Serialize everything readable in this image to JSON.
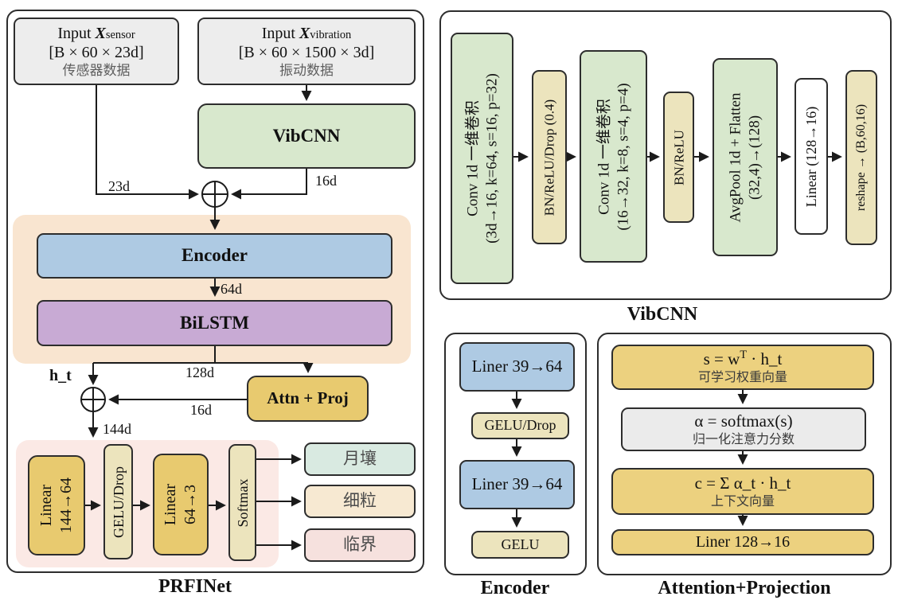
{
  "colors": {
    "gray_box": "#ededed",
    "green_box": "#d8e8cd",
    "cream_box": "#ece4bd",
    "blue_box": "#aecae3",
    "purple_box": "#c8aad4",
    "yellow_box": "#e8ca6f",
    "yellow_light": "#ecd17f",
    "orange_bg": "#f9e5d0",
    "pink_bg": "#fbe9e5",
    "out_teal": "#d9eae1",
    "out_cream": "#f7e9d2",
    "out_pink": "#f6e1de"
  },
  "prfinet": {
    "title": "PRFINet",
    "inputs": {
      "sensor": {
        "pre": "Input ",
        "var": "X",
        "sub": "sensor",
        "shape": "[B × 60 × 23d]",
        "caption": "传感器数据"
      },
      "vibration": {
        "pre": "Input ",
        "var": "X",
        "sub": "vibration",
        "shape": "[B × 60 × 1500 × 3d]",
        "caption": "振动数据"
      }
    },
    "vibcnn": "VibCNN",
    "encoder": "Encoder",
    "bilstm": "BiLSTM",
    "attn": "Attn + Proj",
    "labels": {
      "d23": "23d",
      "d16a": "16d",
      "d64": "64d",
      "d128": "128d",
      "ht": "h_t",
      "d16b": "16d",
      "d144": "144d"
    },
    "head": {
      "linear1_l1": "Linear",
      "linear1_l2": "144→64",
      "gelu": "GELU/Drop",
      "linear2_l1": "Linear",
      "linear2_l2": "64→3",
      "softmax": "Softmax"
    },
    "outputs": [
      {
        "label": "月壤"
      },
      {
        "label": "细粒"
      },
      {
        "label": "临界"
      }
    ]
  },
  "vibcnn_panel": {
    "title": "VibCNN",
    "stages": [
      {
        "l1": "Conv 1d 一维卷积",
        "l2": "(3d→16, k=64, s=16, p=32)"
      },
      {
        "l1": "BN/ReLU/Drop (0.4)",
        "l2": ""
      },
      {
        "l1": "Conv 1d 一维卷积",
        "l2": "(16→32, k=8, s=4, p=4)"
      },
      {
        "l1": "BN/ReLU",
        "l2": ""
      },
      {
        "l1": "AvgPool 1d + Flatten",
        "l2": "(32,4)→(128)"
      },
      {
        "l1": "Linear (128→16)",
        "l2": ""
      },
      {
        "l1": "reshape → (B,60,16)",
        "l2": ""
      }
    ]
  },
  "encoder_panel": {
    "title": "Encoder",
    "blocks": [
      "Liner 39→64",
      "GELU/Drop",
      "Liner 39→64",
      "GELU"
    ]
  },
  "attention_panel": {
    "title": "Attention+Projection",
    "b1": {
      "pre": "s = w",
      "sup": "T",
      "post": " · h_t",
      "caption": "可学习权重向量"
    },
    "b2": {
      "formula": "α = softmax(s)",
      "caption": "归一化注意力分数"
    },
    "b3": {
      "formula": "c = Σ α_t · h_t",
      "caption": "上下文向量"
    },
    "b4": {
      "formula": "Liner 128→16"
    }
  }
}
